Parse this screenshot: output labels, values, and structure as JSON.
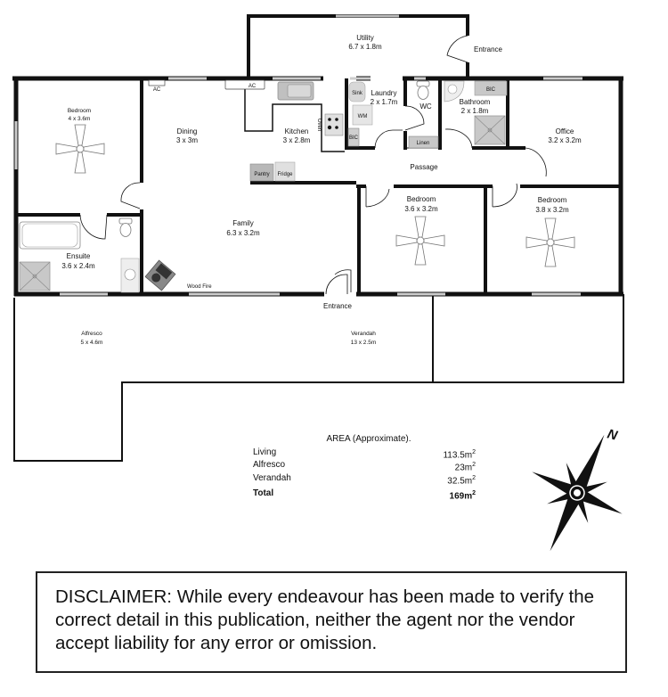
{
  "rooms": {
    "utility": {
      "name": "Utility",
      "size": "6.7 x 1.8m"
    },
    "bedroom1": {
      "name": "Bedroom",
      "size": "4 x 3.6m"
    },
    "dining": {
      "name": "Dining",
      "size": "3 x 3m"
    },
    "kitchen": {
      "name": "Kitchen",
      "size": "3 x 2.8m"
    },
    "laundry": {
      "name": "Laundry",
      "size": "2 x 1.7m"
    },
    "wc": {
      "name": "WC"
    },
    "bathroom": {
      "name": "Bathroom",
      "size": "2 x 1.8m"
    },
    "office": {
      "name": "Office",
      "size": "3.2 x 3.2m"
    },
    "passage": {
      "name": "Passage"
    },
    "family": {
      "name": "Family",
      "size": "6.3 x 3.2m"
    },
    "ensuite": {
      "name": "Ensuite",
      "size": "3.6 x 2.4m"
    },
    "bedroom2": {
      "name": "Bedroom",
      "size": "3.6 x 3.2m"
    },
    "bedroom3": {
      "name": "Bedroom",
      "size": "3.8 x 3.2m"
    },
    "alfresco": {
      "name": "Alfresco",
      "size": "5 x 4.6m"
    },
    "verandah": {
      "name": "Verandah",
      "size": "13 x 2.5m"
    }
  },
  "fixtures": {
    "ac": "AC",
    "sink": "Sink",
    "wm": "WM",
    "bic": "BIC",
    "oven": "Oven",
    "pantry": "Pantry",
    "fridge": "Fridge",
    "linen": "Linen",
    "wood_fire": "Wood Fire"
  },
  "entrances": {
    "utility": "Entrance",
    "main": "Entrance"
  },
  "area": {
    "title": "AREA (Approximate).",
    "rows": [
      {
        "label": "Living",
        "value": "113.5m",
        "unit_power": "2"
      },
      {
        "label": "Alfresco",
        "value": "23m",
        "unit_power": "2"
      },
      {
        "label": "Verandah",
        "value": "32.5m",
        "unit_power": "2"
      }
    ],
    "total": {
      "label": "Total",
      "value": "169m",
      "unit_power": "2"
    }
  },
  "compass": {
    "north_label": "N"
  },
  "disclaimer": "DISCLAIMER: While every endeavour has been made to verify the correct detail in this publication, neither the agent nor the vendor accept liability for any error or omission."
}
